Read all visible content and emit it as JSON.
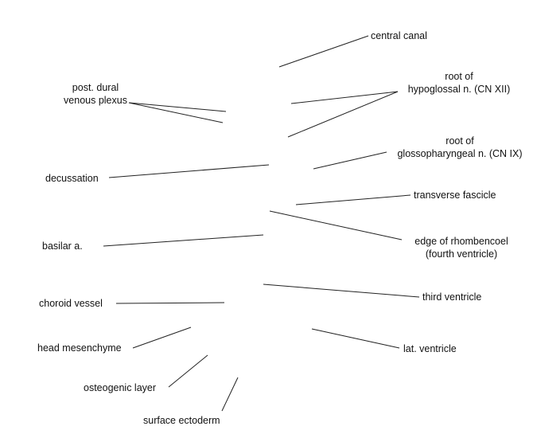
{
  "diagram": {
    "labels": {
      "central_canal": "central canal",
      "root_hypoglossal": [
        "root of",
        "hypoglossal n. (CN XII)"
      ],
      "post_dural": [
        "post. dural",
        "venous plexus"
      ],
      "root_glossopharyngeal": [
        "root of",
        "glossopharyngeal n. (CN IX)"
      ],
      "decussation": "decussation",
      "transverse_fascicle": "transverse fascicle",
      "basilar_a": "basilar a.",
      "edge_rhombencoel": [
        "edge of rhombencoel",
        "(fourth ventricle)"
      ],
      "third_ventricle": "third ventricle",
      "choroid_vessel": "choroid vessel",
      "head_mesenchyme": "head mesenchyme",
      "lat_ventricle": "lat. ventricle",
      "osteogenic_layer": "osteogenic layer",
      "surface_ectoderm": "surface ectoderm"
    },
    "line_color": "#222222",
    "background": "#ffffff"
  }
}
